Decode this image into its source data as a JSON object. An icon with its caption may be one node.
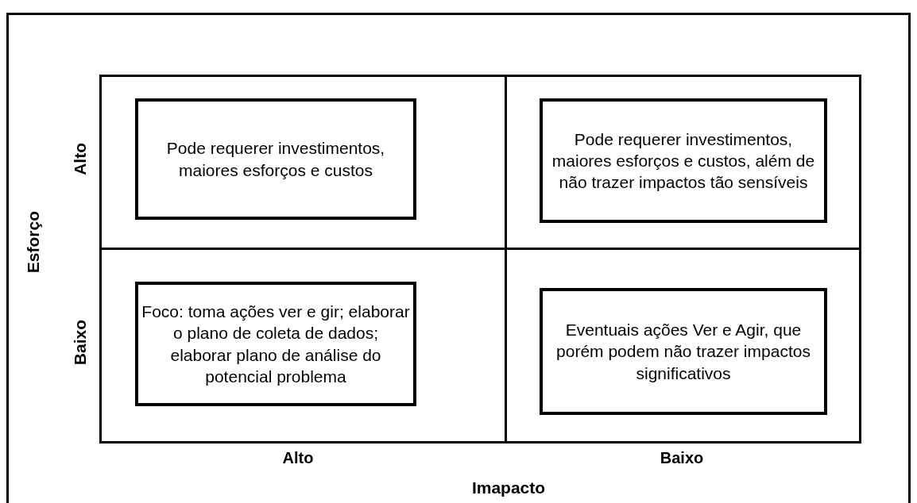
{
  "diagram": {
    "nodes": [
      {
        "text": [],
        "shape": "box"
      },
      {
        "text": [
          "Pode requerer investimentos, maiores esforços e custos"
        ],
        "in": 0
      },
      {
        "text": [],
        "shape": "box"
      },
      {
        "text": [
          "Pode requerer investimentos, maiores esforços e custos, além de não trazer impactos tão sensíveis"
        ],
        "in": 2
      },
      {
        "text": [],
        "shape": "box"
      },
      {
        "text": [
          "Foco: toma ações ver e gir; elaborar o plano de coleta de dados; elaborar plano de análise do potencial problema"
        ],
        "in": 4
      },
      {
        "text": [],
        "shape": "box"
      },
      {
        "text": [
          "Eventuais ações Ver e Agir, que porém podem não trazer impactos significativos"
        ],
        "in": 6
      }
    ],
    "labels": [
      "Alto",
      "Esforço",
      "Baixo",
      "Alto",
      "Baixo",
      "Imapacto"
    ]
  }
}
